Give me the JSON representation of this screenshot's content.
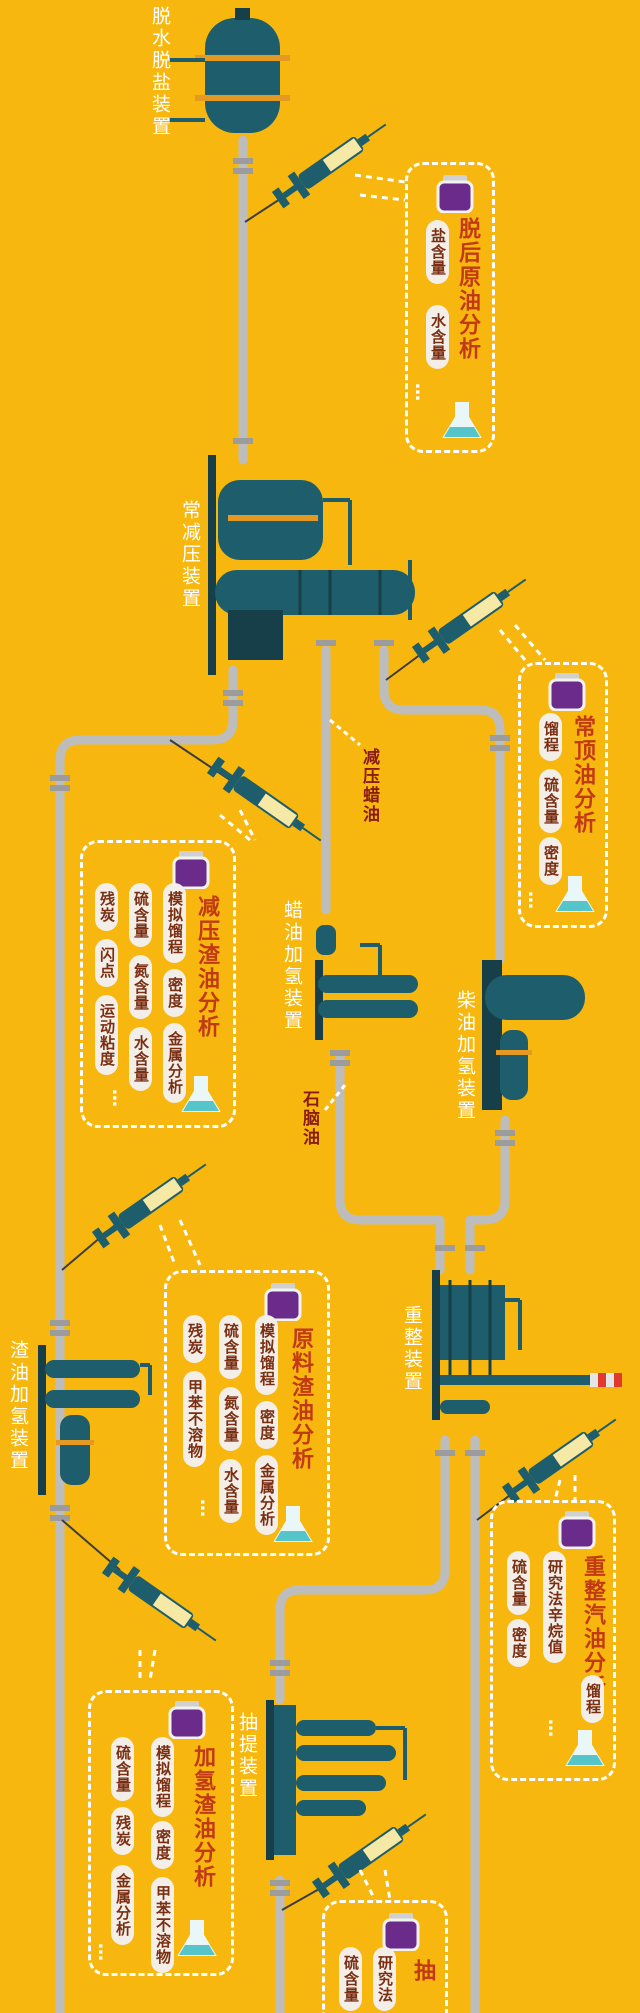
{
  "units": {
    "desalting": "脱水脱盐装置",
    "atmospheric_vacuum": "常减压装置",
    "wax_hydro": "蜡油加氢装置",
    "diesel_hydro": "柴油加氢装置",
    "residue_hydro": "渣油加氢装置",
    "reforming": "重整装置",
    "extraction": "抽提装置"
  },
  "stream_labels": {
    "wax_oil": "减压蜡油",
    "naphtha": "石脑油"
  },
  "boxes": {
    "crude_desalted": {
      "title": "脱后原油分析",
      "items": [
        [
          "盐含量",
          "水含量"
        ],
        [
          "…"
        ]
      ]
    },
    "atm_top_oil": {
      "title": "常顶油分析",
      "items": [
        [
          "馏程",
          "硫含量",
          "密度"
        ],
        [
          "…"
        ]
      ]
    },
    "vacuum_residue": {
      "title": "减压渣油分析",
      "items": [
        [
          "模拟馏程",
          "密度",
          "金属分析"
        ],
        [
          "硫含量",
          "氮含量",
          "水含量"
        ],
        [
          "残炭",
          "闪点",
          "运动粘度"
        ],
        [
          "…"
        ]
      ]
    },
    "residue_feed": {
      "title": "原料渣油分析",
      "items": [
        [
          "模拟馏程",
          "密度",
          "金属分析"
        ],
        [
          "硫含量",
          "氮含量",
          "水含量"
        ],
        [
          "残炭",
          "甲苯不溶物"
        ],
        [
          "…"
        ]
      ]
    },
    "reformed_gasoline": {
      "title": "重整汽油分析",
      "items": [
        [
          "研究法辛烷值",
          "馏程"
        ],
        [
          "硫含量",
          "密度"
        ],
        [
          "…"
        ]
      ]
    },
    "hydro_residue": {
      "title": "加氢渣油分析",
      "items": [
        [
          "模拟馏程",
          "密度",
          "甲苯不溶物"
        ],
        [
          "硫含量",
          "残炭",
          "金属分析"
        ],
        [
          "…"
        ]
      ]
    },
    "extraction_product": {
      "title": "抽",
      "items": [
        [
          "研究法"
        ],
        [
          "硫含量"
        ]
      ]
    }
  },
  "colors": {
    "background": "#f7b70f",
    "pipe": "#bfbfbf",
    "equipment": "#1e5d6b",
    "equipment_dark": "#173f4a",
    "title_text": "#c23a14",
    "pill_bg": "#f4eee8"
  },
  "icons": [
    "syringe-icon",
    "sample-jar-icon",
    "flask-icon"
  ]
}
